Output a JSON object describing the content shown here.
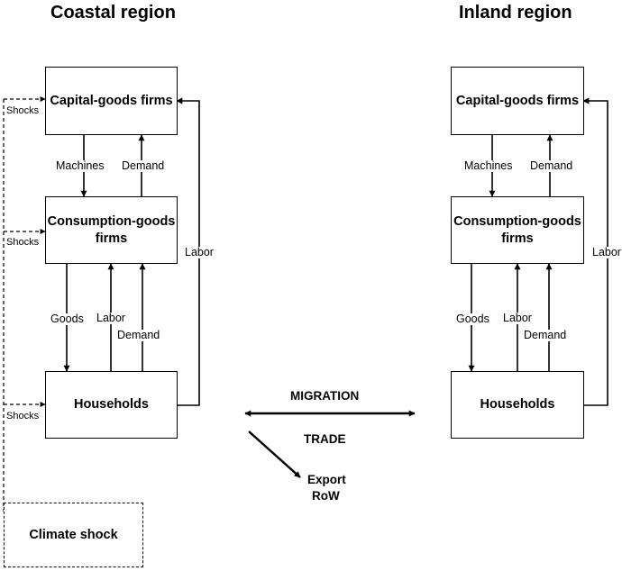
{
  "regions": {
    "coastal": {
      "title": "Coastal region",
      "capital": "Capital-goods firms",
      "consumption": "Consumption-goods firms",
      "households": "Households",
      "machines": "Machines",
      "demand_top": "Demand",
      "goods": "Goods",
      "labor_mid": "Labor",
      "demand_mid": "Demand",
      "labor_side": "Labor"
    },
    "inland": {
      "title": "Inland region",
      "capital": "Capital-goods firms",
      "consumption": "Consumption-goods firms",
      "households": "Households",
      "machines": "Machines",
      "demand_top": "Demand",
      "goods": "Goods",
      "labor_mid": "Labor",
      "demand_mid": "Demand",
      "labor_side": "Labor"
    }
  },
  "shocks": [
    "Shocks",
    "Shocks",
    "Shocks"
  ],
  "climate_shock": "Climate shock",
  "migration": "MIGRATION",
  "trade": "TRADE",
  "export_row": [
    "Export",
    "RoW"
  ]
}
